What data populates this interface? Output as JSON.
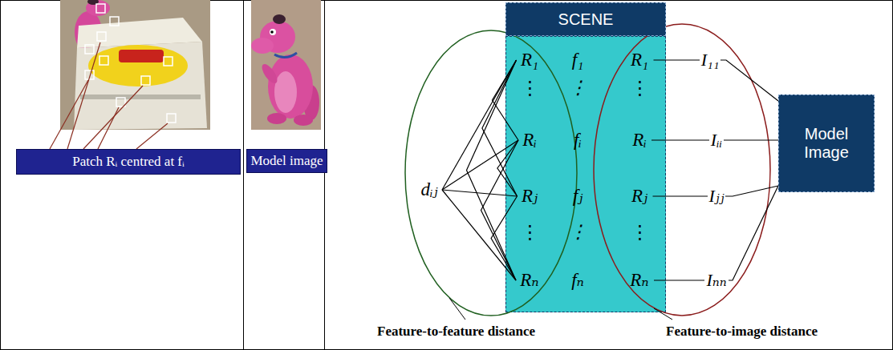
{
  "diagram": {
    "nodes": [
      {
        "text": [
          "Patch Rᵢ centred at fᵢ"
        ]
      },
      {
        "text": [
          "Model image"
        ]
      },
      {
        "text": [
          "SCENE"
        ]
      },
      {
        "text": [
          "f₁",
          "⋮",
          "fᵢ",
          "fⱼ",
          "⋮",
          "fₙ"
        ]
      },
      {
        "text": [
          "R₁"
        ],
        "in": 3
      },
      {
        "text": [
          "Rᵢ"
        ],
        "in": 3
      },
      {
        "text": [
          "Rⱼ"
        ],
        "in": 3
      },
      {
        "text": [
          "Rₙ"
        ],
        "in": 3
      },
      {
        "text": [
          "R₁"
        ],
        "in": 3
      },
      {
        "text": [
          "Rᵢ"
        ],
        "in": 3
      },
      {
        "text": [
          "Rⱼ"
        ],
        "in": 3
      },
      {
        "text": [
          "Rₙ"
        ],
        "in": 3
      },
      {
        "text": [
          "dᵢⱼ"
        ]
      },
      {
        "text": [
          "Model Image"
        ]
      }
    ],
    "edges": [
      {
        "from": 12,
        "to": 4,
        "arrow": "none"
      },
      {
        "from": 12,
        "to": 5,
        "arrow": "none"
      },
      {
        "from": 12,
        "to": 6,
        "arrow": "none"
      },
      {
        "from": 12,
        "to": 7,
        "arrow": "none"
      },
      {
        "from": 4,
        "to": 5,
        "arrow": "none"
      },
      {
        "from": 4,
        "to": 6,
        "arrow": "none"
      },
      {
        "from": 4,
        "to": 7,
        "arrow": "none"
      },
      {
        "from": 5,
        "to": 6,
        "arrow": "none"
      },
      {
        "from": 5,
        "to": 7,
        "arrow": "none"
      },
      {
        "from": 6,
        "to": 7,
        "arrow": "none"
      },
      {
        "from": 8,
        "to": 13,
        "label": "I₁₁",
        "arrow": "none"
      },
      {
        "from": 9,
        "to": 13,
        "label": "Iᵢᵢ",
        "arrow": "none"
      },
      {
        "from": 10,
        "to": 13,
        "label": "Iⱼⱼ",
        "arrow": "none"
      },
      {
        "from": 11,
        "to": 13,
        "label": "Iₙₙ",
        "arrow": "none"
      }
    ],
    "labels": [
      "⋮",
      "⋮",
      "⋮",
      "⋮",
      "Feature-to-feature distance",
      "Feature-to-image distance"
    ]
  }
}
